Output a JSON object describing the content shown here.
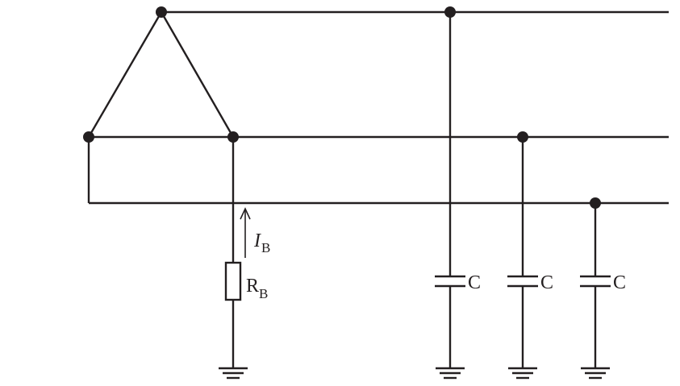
{
  "labels": {
    "current_main": "I",
    "current_sub": "B",
    "resistor_main": "R",
    "resistor_sub": "B",
    "capacitor_1": "C",
    "capacitor_2": "C",
    "capacitor_3": "C"
  }
}
